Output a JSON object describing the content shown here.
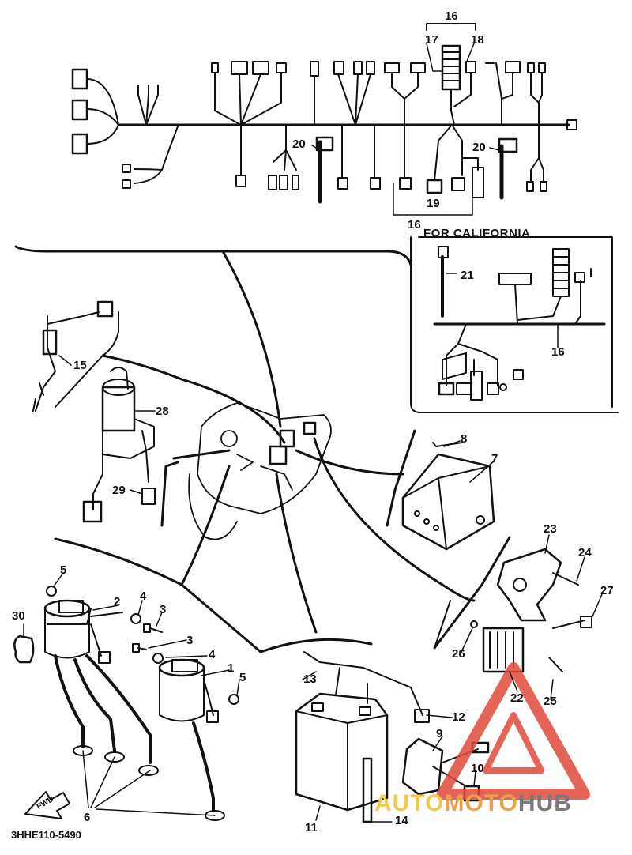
{
  "title": "FOR CALIFORNIA",
  "part_code": "3HHE110-5490",
  "fwd_label": "FWD",
  "watermark": {
    "part1": "AUTO",
    "part2": "MOTO",
    "part3": "HUB"
  },
  "callouts": {
    "c1": "1",
    "c2": "2",
    "c3a": "3",
    "c3b": "3",
    "c4a": "4",
    "c4b": "4",
    "c5a": "5",
    "c5b": "5",
    "c6": "6",
    "c7": "7",
    "c8": "8",
    "c9": "9",
    "c10": "10",
    "c11": "11",
    "c12": "12",
    "c13": "13",
    "c14": "14",
    "c15": "15",
    "c16a": "16",
    "c16b": "16",
    "c16c": "16",
    "c17": "17",
    "c18": "18",
    "c19": "19",
    "c20a": "20",
    "c20b": "20",
    "c21": "21",
    "c22": "22",
    "c23": "23",
    "c24": "24",
    "c25": "25",
    "c26": "26",
    "c27": "27",
    "c28": "28",
    "c29": "29",
    "c30": "30"
  },
  "colors": {
    "line": "#111111",
    "watermark_red": "#e04a3a"
  }
}
